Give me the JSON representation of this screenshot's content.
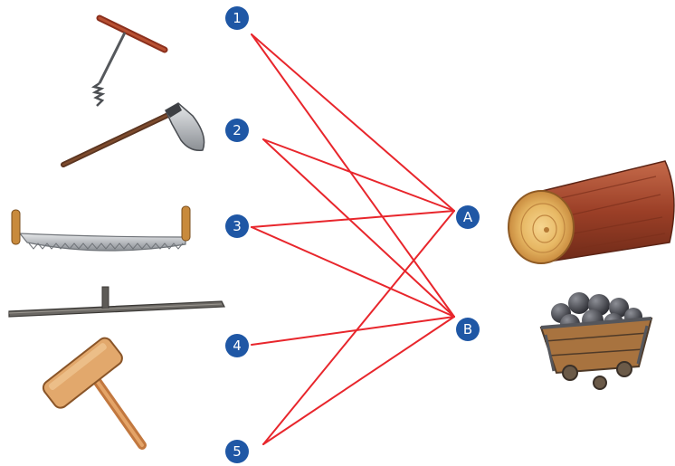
{
  "colors": {
    "line": "#e8262c",
    "badge": "#1f57a5",
    "badge_text": "#ffffff"
  },
  "tools": [
    {
      "label": "1",
      "icon": "t-handle-auger-icon"
    },
    {
      "label": "2",
      "icon": "axe-icon"
    },
    {
      "label": "3",
      "icon": "two-man-saw-icon"
    },
    {
      "label": "4",
      "icon": "pry-bar-icon"
    },
    {
      "label": "5",
      "icon": "wooden-mallet-icon"
    }
  ],
  "targets": [
    {
      "label": "A",
      "icon": "wood-log-icon"
    },
    {
      "label": "B",
      "icon": "coal-mine-cart-icon"
    }
  ],
  "connections": [
    [
      "1",
      "A"
    ],
    [
      "1",
      "B"
    ],
    [
      "2",
      "A"
    ],
    [
      "2",
      "B"
    ],
    [
      "3",
      "A"
    ],
    [
      "3",
      "B"
    ],
    [
      "4",
      "B"
    ],
    [
      "5",
      "A"
    ],
    [
      "5",
      "B"
    ]
  ]
}
